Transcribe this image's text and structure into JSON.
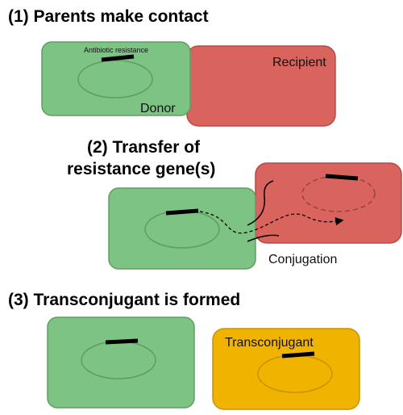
{
  "steps": {
    "step1_title": "(1) Parents make contact",
    "step2_title_line1": "(2) Transfer of",
    "step2_title_line2": "resistance gene(s)",
    "step3_title": "(3) Transconjugant is formed"
  },
  "labels": {
    "antibiotic_resistance": "Antibiotic resistance",
    "recipient": "Recipient",
    "donor": "Donor",
    "conjugation": "Conjugation",
    "transconjugant": "Transconjugant"
  },
  "colors": {
    "donor_fill": "#7dc383",
    "donor_stroke": "#5f9e63",
    "recipient_fill": "#d9635d",
    "recipient_stroke": "#b24b47",
    "transconjugant_fill": "#f0b400",
    "transconjugant_stroke": "#c99200",
    "gene": "#000000"
  },
  "icons": [
    "plasmid-ellipse",
    "resistance-gene-bar",
    "pilus-curve",
    "transfer-arrow"
  ]
}
